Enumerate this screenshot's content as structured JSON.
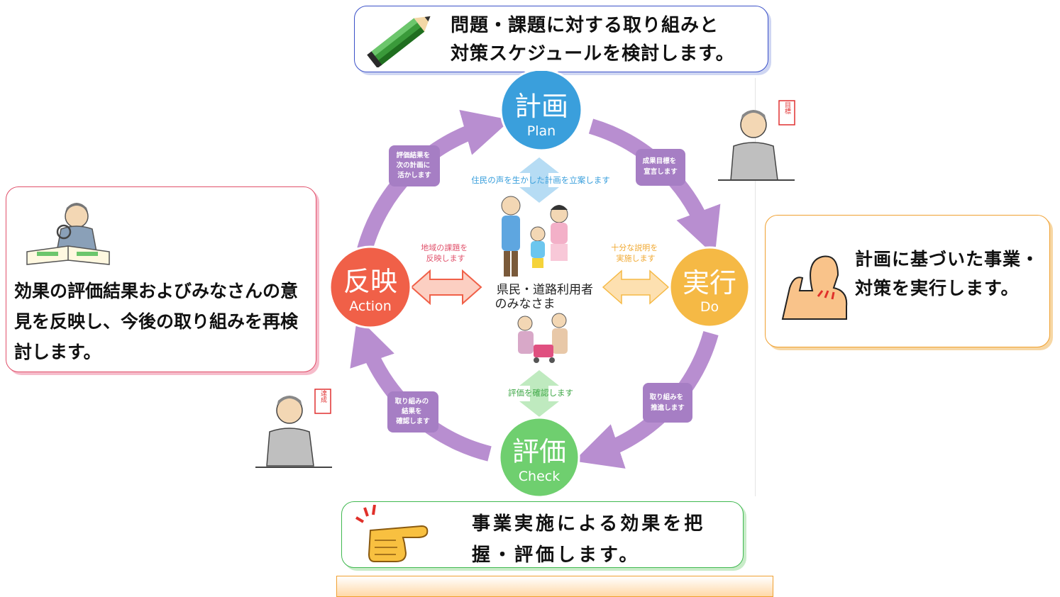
{
  "cycle": {
    "plan": {
      "label": "計画",
      "sub": "Plan"
    },
    "do": {
      "label": "実行",
      "sub": "Do"
    },
    "check": {
      "label": "評価",
      "sub": "Check"
    },
    "action": {
      "label": "反映",
      "sub": "Action"
    },
    "center": {
      "line1": "県民・道路利用者",
      "line2": "のみなさま"
    },
    "arrow_labels": {
      "plan_to_do": [
        "成果目標を",
        "宣言します"
      ],
      "do_to_check": [
        "取り組みを",
        "推進します"
      ],
      "check_to_action": [
        "取り組みの",
        "結果を",
        "確認します"
      ],
      "action_to_plan": [
        "評価結果を",
        "次の計画に",
        "活かします"
      ]
    },
    "inner_labels": {
      "top": "住民の声を生かした計画を立案します",
      "right": [
        "十分な説明を",
        "実施します"
      ],
      "bottom": "評価を確認します",
      "left": [
        "地域の課題を",
        "反映します"
      ]
    },
    "stamps": {
      "goal": "目標",
      "achieved": "達成"
    }
  },
  "boxes": {
    "plan": [
      "問題・課題に対する取り組みと",
      "対策スケジュールを検討します。"
    ],
    "do": "計画に基づいた事業・対策を実行します。",
    "action": "効果の評価結果およびみなさんの意見を反映し、今後の取り組みを再検討します。",
    "check": [
      "事業実施による効果を把",
      "握・評価します。"
    ]
  },
  "colors": {
    "plan": "#3a9fdc",
    "do": "#f5b945",
    "check": "#6fcf6f",
    "action": "#f06048",
    "ring": "#b88ed0",
    "box_plan": "#3a50c8",
    "box_do": "#f0a030",
    "box_action": "#e0506a",
    "box_check": "#40b850"
  }
}
